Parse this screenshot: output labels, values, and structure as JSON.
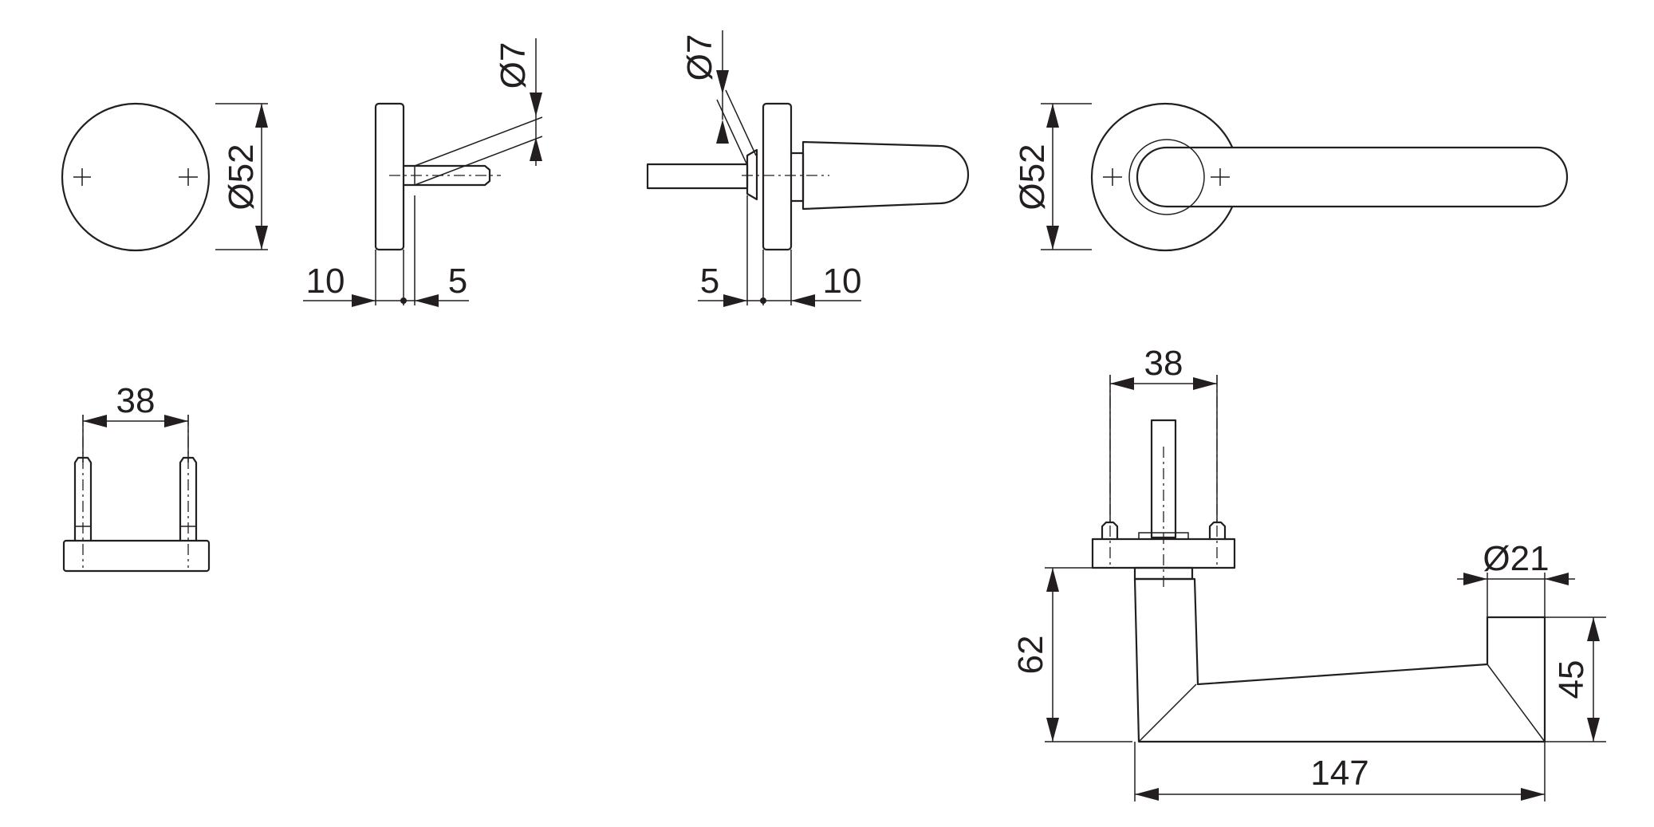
{
  "dimensions": {
    "rose_diameter_left": "Ø52",
    "rose_diameter_right": "Ø52",
    "pin_diameter_left": "Ø7",
    "pin_diameter_right": "Ø7",
    "rose_thickness_left": "10",
    "rose_thickness_right": "10",
    "spindle_offset_left": "5",
    "spindle_offset_right": "5",
    "fixing_spacing_backplate": "38",
    "fixing_spacing_handle": "38",
    "grip_diameter": "Ø21",
    "handle_projection": "62",
    "grip_height": "45",
    "handle_length": "147"
  },
  "colors": {
    "line": "#231f20",
    "background": "#ffffff"
  }
}
